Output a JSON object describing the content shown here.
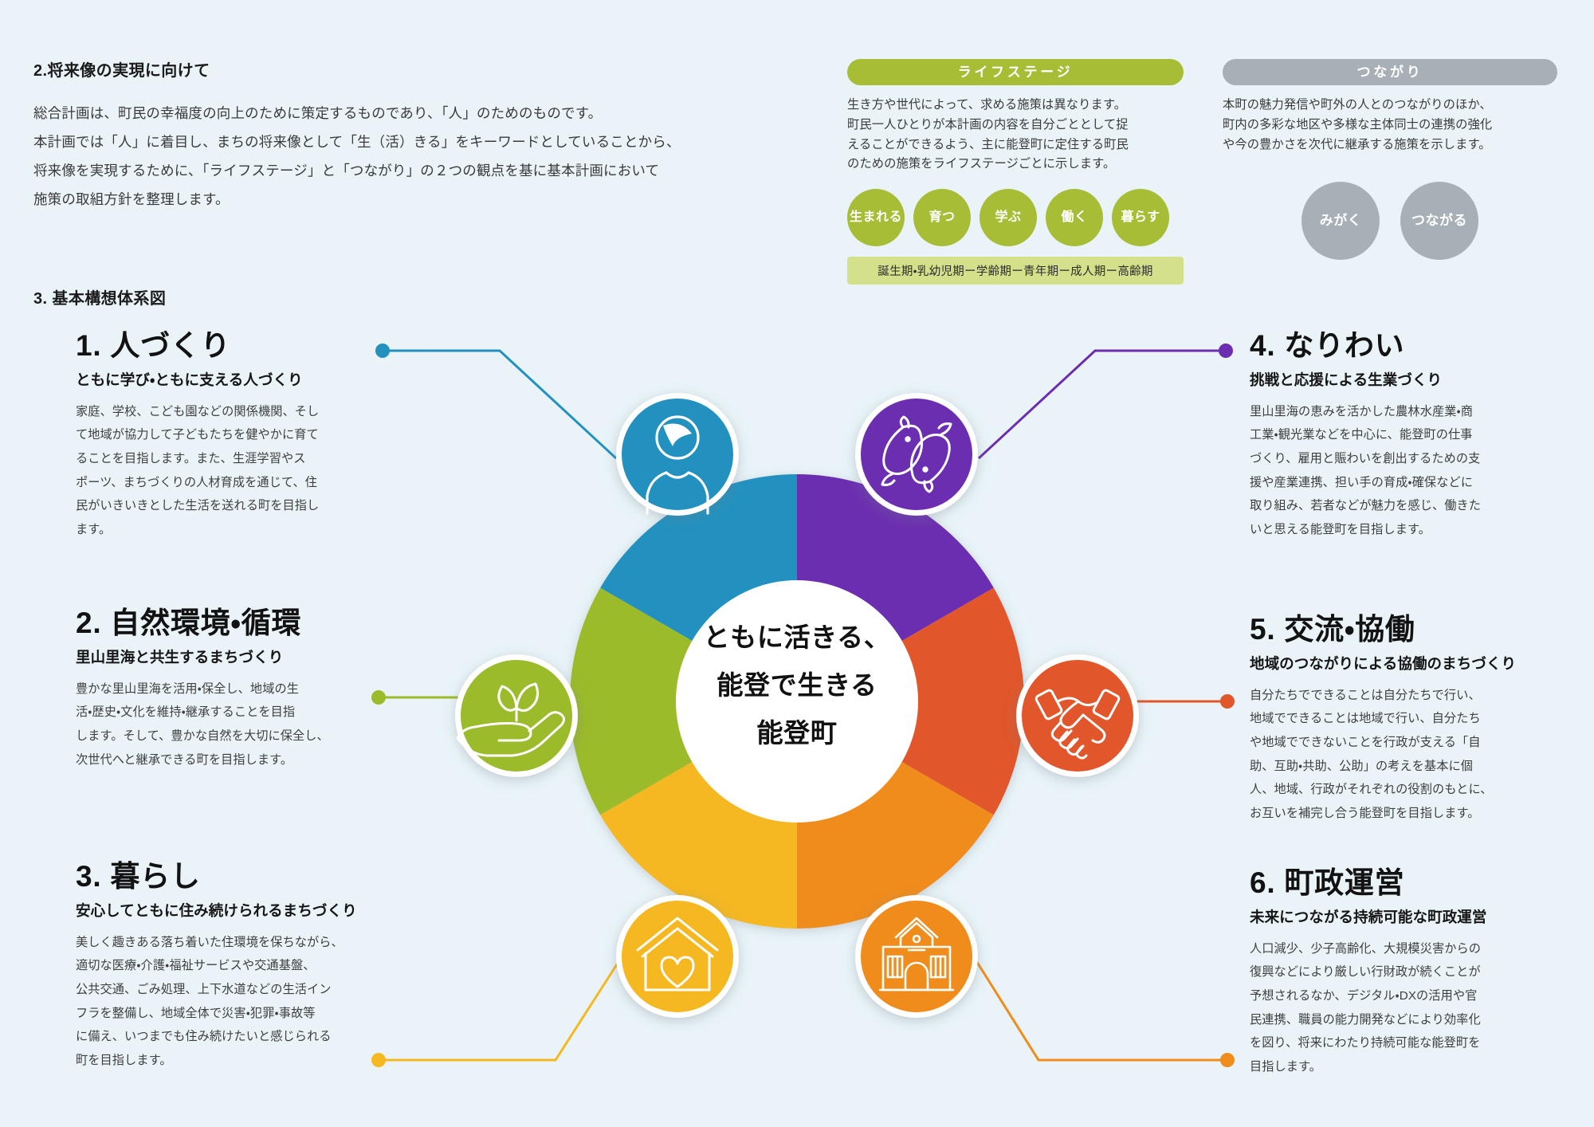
{
  "intro": {
    "heading": "2.将来像の実現に向けて",
    "paragraph_lines": [
      "総合計画は、町民の幸福度の向上のために策定するものであり、「人」のためのものです。",
      "本計画では「人」に着目し、まちの将来像として「生（活）きる」をキーワードとしていることから、",
      "将来像を実現するために、「ライフステージ」と「つながり」の２つの観点を基に基本計画において",
      "施策の取組方針を整理します。"
    ]
  },
  "diagram_heading": "3. 基本構想体系図",
  "life_stage_panel": {
    "title": "ライフステージ",
    "description_lines": [
      "生き方や世代によって、求める施策は異なります。",
      "町民一人ひとりが本計画の内容を自分ごととして捉",
      "えることができるよう、主に能登町に定住する町民",
      "のための施策をライフステージごとに示します。"
    ],
    "stages": [
      "生まれる",
      "育つ",
      "学ぶ",
      "働く",
      "暮らす"
    ],
    "age_bar": "誕生期・乳幼児期ー学齢期ー青年期ー成人期ー高齢期",
    "color": "#a6bd35",
    "bar_color": "#d5e08b"
  },
  "tsunagari_panel": {
    "title": "つながり",
    "description_lines": [
      "本町の魅力発信や町外の人とのつながりのほか、",
      "町内の多彩な地区や多様な主体同士の連携の強化",
      "や今の豊かさを次代に継承する施策を示します。"
    ],
    "circles": [
      "みがく",
      "つながる"
    ],
    "color": "#a8b0b7"
  },
  "center": {
    "lines": [
      "ともに活きる、",
      "能登で生きる",
      "能登町"
    ]
  },
  "chart_data": {
    "type": "pie",
    "title": "基本構想体系図",
    "legend_position": "sides",
    "categories": [
      "1. 人づくり",
      "2. 自然環境・循環",
      "3. 暮らし",
      "4. なりわい",
      "5. 交流・協働",
      "6. 町政運営"
    ],
    "values": [
      60,
      60,
      60,
      60,
      60,
      60
    ],
    "colors": [
      "#2291bf",
      "#9bbb2a",
      "#f5b820",
      "#6c2eb0",
      "#e1562a",
      "#f08c1b"
    ],
    "unit": "degrees"
  },
  "items": [
    {
      "number": "1. 人づくり",
      "subtitle": "ともに学び・ともに支える人づくり",
      "body_lines": [
        "家庭、学校、こども園などの関係機関、そし",
        "て地域が協力して子どもたちを健やかに育て",
        "ることを目指します。また、生涯学習やス",
        "ポーツ、まちづくりの人材育成を通じて、住",
        "民がいきいきとした生活を送れる町を目指し",
        "ます。"
      ],
      "color": "#2291bf",
      "icon": "person-icon"
    },
    {
      "number": "2. 自然環境・循環",
      "subtitle": "里山里海と共生するまちづくり",
      "body_lines": [
        "豊かな里山里海を活用・保全し、地域の生",
        "活・歴史・文化を維持・継承することを目指",
        "します。そして、豊かな自然を大切に保全し、",
        "次世代へと継承できる町を目指します。"
      ],
      "color": "#9bbb2a",
      "icon": "hand-sprout-icon"
    },
    {
      "number": "3. 暮らし",
      "subtitle": "安心してともに住み続けられるまちづくり",
      "body_lines": [
        "美しく趣きある落ち着いた住環境を保ちながら、",
        "適切な医療・介護・福祉サービスや交通基盤、",
        "公共交通、ごみ処理、上下水道などの生活イン",
        "フラを整備し、地域全体で災害・犯罪・事故等",
        "に備え、いつまでも住み続けたいと感じられる",
        "町を目指します。"
      ],
      "color": "#f5b820",
      "icon": "home-heart-icon"
    },
    {
      "number": "4. なりわい",
      "subtitle": "挑戦と応援による生業づくり",
      "body_lines": [
        "里山里海の恵みを活かした農林水産業・商",
        "工業・観光業などを中心に、能登町の仕事",
        "づくり、雇用と賑わいを創出するための支",
        "援や産業連携、担い手の育成・確保などに",
        "取り組み、若者などが魅力を感じ、働きた",
        "いと思える能登町を目指します。"
      ],
      "color": "#6c2eb0",
      "icon": "fish-icon"
    },
    {
      "number": "5. 交流・協働",
      "subtitle": "地域のつながりによる協働のまちづくり",
      "body_lines": [
        "自分たちでできることは自分たちで行い、",
        "地域でできることは地域で行い、自分たち",
        "や地域でできないことを行政が支える「自",
        "助、互助・共助、公助」の考えを基本に個",
        "人、地域、行政がそれぞれの役割のもとに、",
        "お互いを補完し合う能登町を目指します。"
      ],
      "color": "#e1562a",
      "icon": "handshake-icon"
    },
    {
      "number": "6. 町政運営",
      "subtitle": "未来につながる持続可能な町政運営",
      "body_lines": [
        "人口減少、少子高齢化、大規模災害からの",
        "復興などにより厳しい行財政が続くことが",
        "予想されるなか、デジタル・DXの活用や官",
        "民連携、職員の能力開発などにより効率化",
        "を図り、将来にわたり持続可能な能登町を",
        "目指します。"
      ],
      "color": "#f08c1b",
      "icon": "townhall-icon"
    }
  ]
}
